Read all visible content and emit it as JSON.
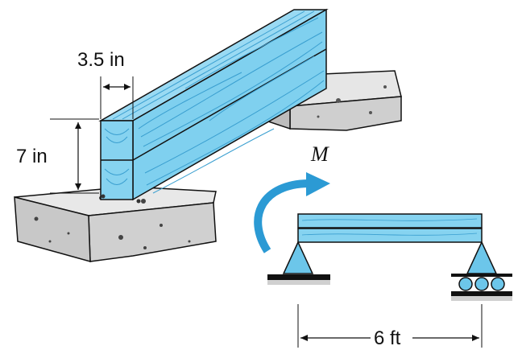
{
  "labels": {
    "width": "3.5 in",
    "height": "7 in",
    "moment": "M",
    "span": "6 ft"
  },
  "colors": {
    "wood": "#7fd0ef",
    "wood_grain": "#3a9fd0",
    "wood_dark": "#5cb8e0",
    "concrete": "#d9d9d9",
    "concrete_side": "#bfbfbf",
    "support": "#6cc6ea",
    "moment_arrow": "#2b9ad4",
    "line": "#111111"
  },
  "icons": {
    "moment": "curved-arrow-icon",
    "pin": "pin-support-icon",
    "roller": "roller-support-icon"
  }
}
